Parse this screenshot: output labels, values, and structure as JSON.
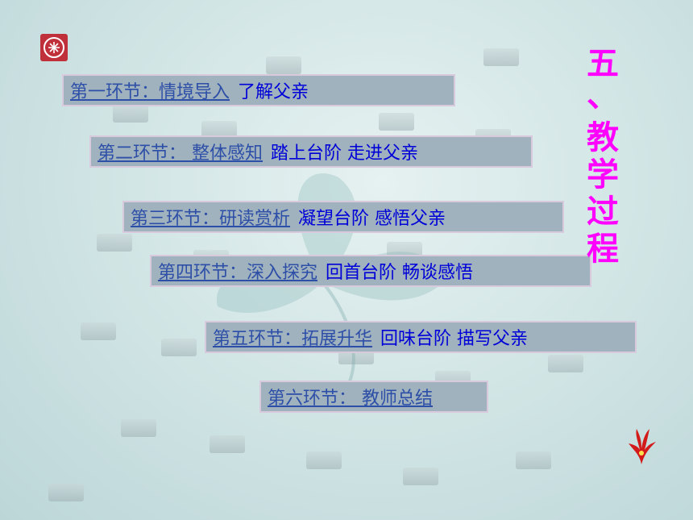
{
  "slide": {
    "title": "五、教学过程",
    "title_chars": [
      "五",
      "、",
      "教",
      "学",
      "过",
      "程"
    ],
    "colors": {
      "title": "#ff00ff",
      "link": "#2e4fa8",
      "highlight": "#0000d8",
      "box": "#9fb2bd"
    }
  },
  "steps": [
    {
      "label": "第一环节：情境导入",
      "detail": "了解父亲"
    },
    {
      "label": "第二环节： 整体感知",
      "detail": "踏上台阶 走进父亲"
    },
    {
      "label": "第三环节：研读赏析",
      "detail": "凝望台阶 感悟父亲"
    },
    {
      "label": "第四环节：深入探究",
      "detail": "回首台阶 畅谈感悟"
    },
    {
      "label": "第五环节：拓展升华",
      "detail": "回味台阶 描写父亲"
    },
    {
      "label": "第六环节： 教师总结",
      "detail": ""
    }
  ],
  "icons": {
    "logo": "school-seal-icon",
    "decoration": "red-bird-icon"
  }
}
